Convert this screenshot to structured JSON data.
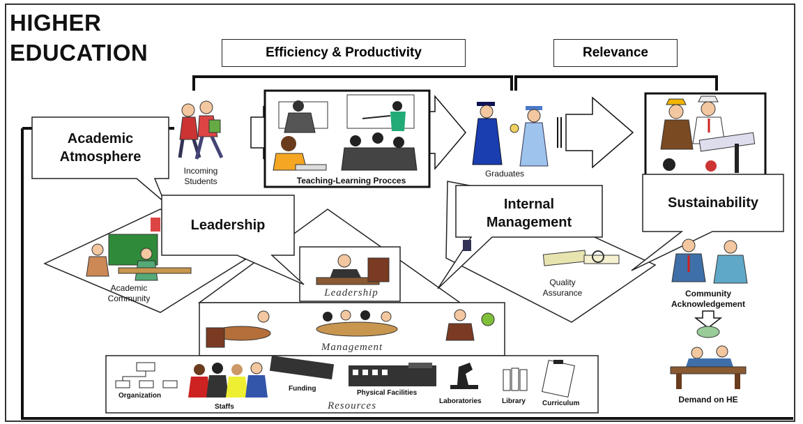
{
  "title": {
    "line1": "HIGHER",
    "line2": "EDUCATION"
  },
  "header": {
    "efficiency": "Efficiency & Productivity",
    "relevance": "Relevance"
  },
  "callouts": {
    "atmosphere": [
      "Academic",
      "Atmosphere"
    ],
    "leadership": "Leadership",
    "internal": [
      "Internal",
      "Management"
    ],
    "sustainability": "Sustainability"
  },
  "flow": {
    "incoming": [
      "Incoming",
      "Students"
    ],
    "teaching": "Teaching-Learning Procces",
    "graduates": "Graduates"
  },
  "diamonds": {
    "community": [
      "Academic",
      "Community"
    ],
    "quality": [
      "Quality",
      "Assurance"
    ]
  },
  "pyramid": {
    "leadership": "Leadership",
    "management": "Management",
    "resources": "Resources",
    "resource_items": {
      "organization": "Organization",
      "staffs": "Staffs",
      "funding": "Funding",
      "facilities": "Physical Facilities",
      "laboratories": "Laboratories",
      "library": "Library",
      "curriculum": "Curriculum"
    }
  },
  "right": {
    "acknowledgement": [
      "Community",
      "Acknowledgement"
    ],
    "demand": "Demand on HE"
  },
  "colors": {
    "line": "#111111",
    "ink": "#222222"
  }
}
